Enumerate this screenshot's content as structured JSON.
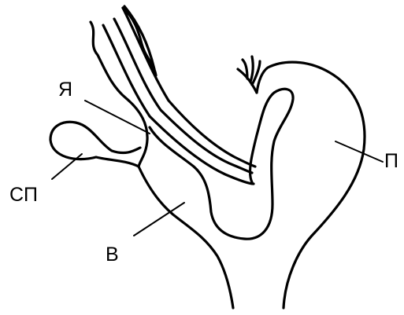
{
  "diagram": {
    "labels": {
      "ya": "Я",
      "sp": "СП",
      "v": "В",
      "p": "П"
    }
  }
}
